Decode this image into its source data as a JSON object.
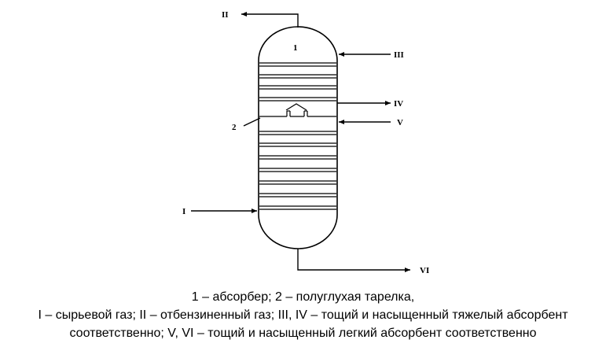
{
  "diagram": {
    "labels": {
      "absorber": "1",
      "tray": "2",
      "stream_I": "I",
      "stream_II": "II",
      "stream_III": "III",
      "stream_IV": "IV",
      "stream_V": "V",
      "stream_VI": "VI"
    },
    "caption": [
      "1 – абсорбер; 2 – полуглухая тарелка,",
      "I – сырьевой газ; II – отбензиненный газ; III, IV – тощий и насыщенный тяжелый абсорбент",
      "соответственно; V, VI – тощий и насыщенный легкий абсорбент соответственно"
    ]
  }
}
